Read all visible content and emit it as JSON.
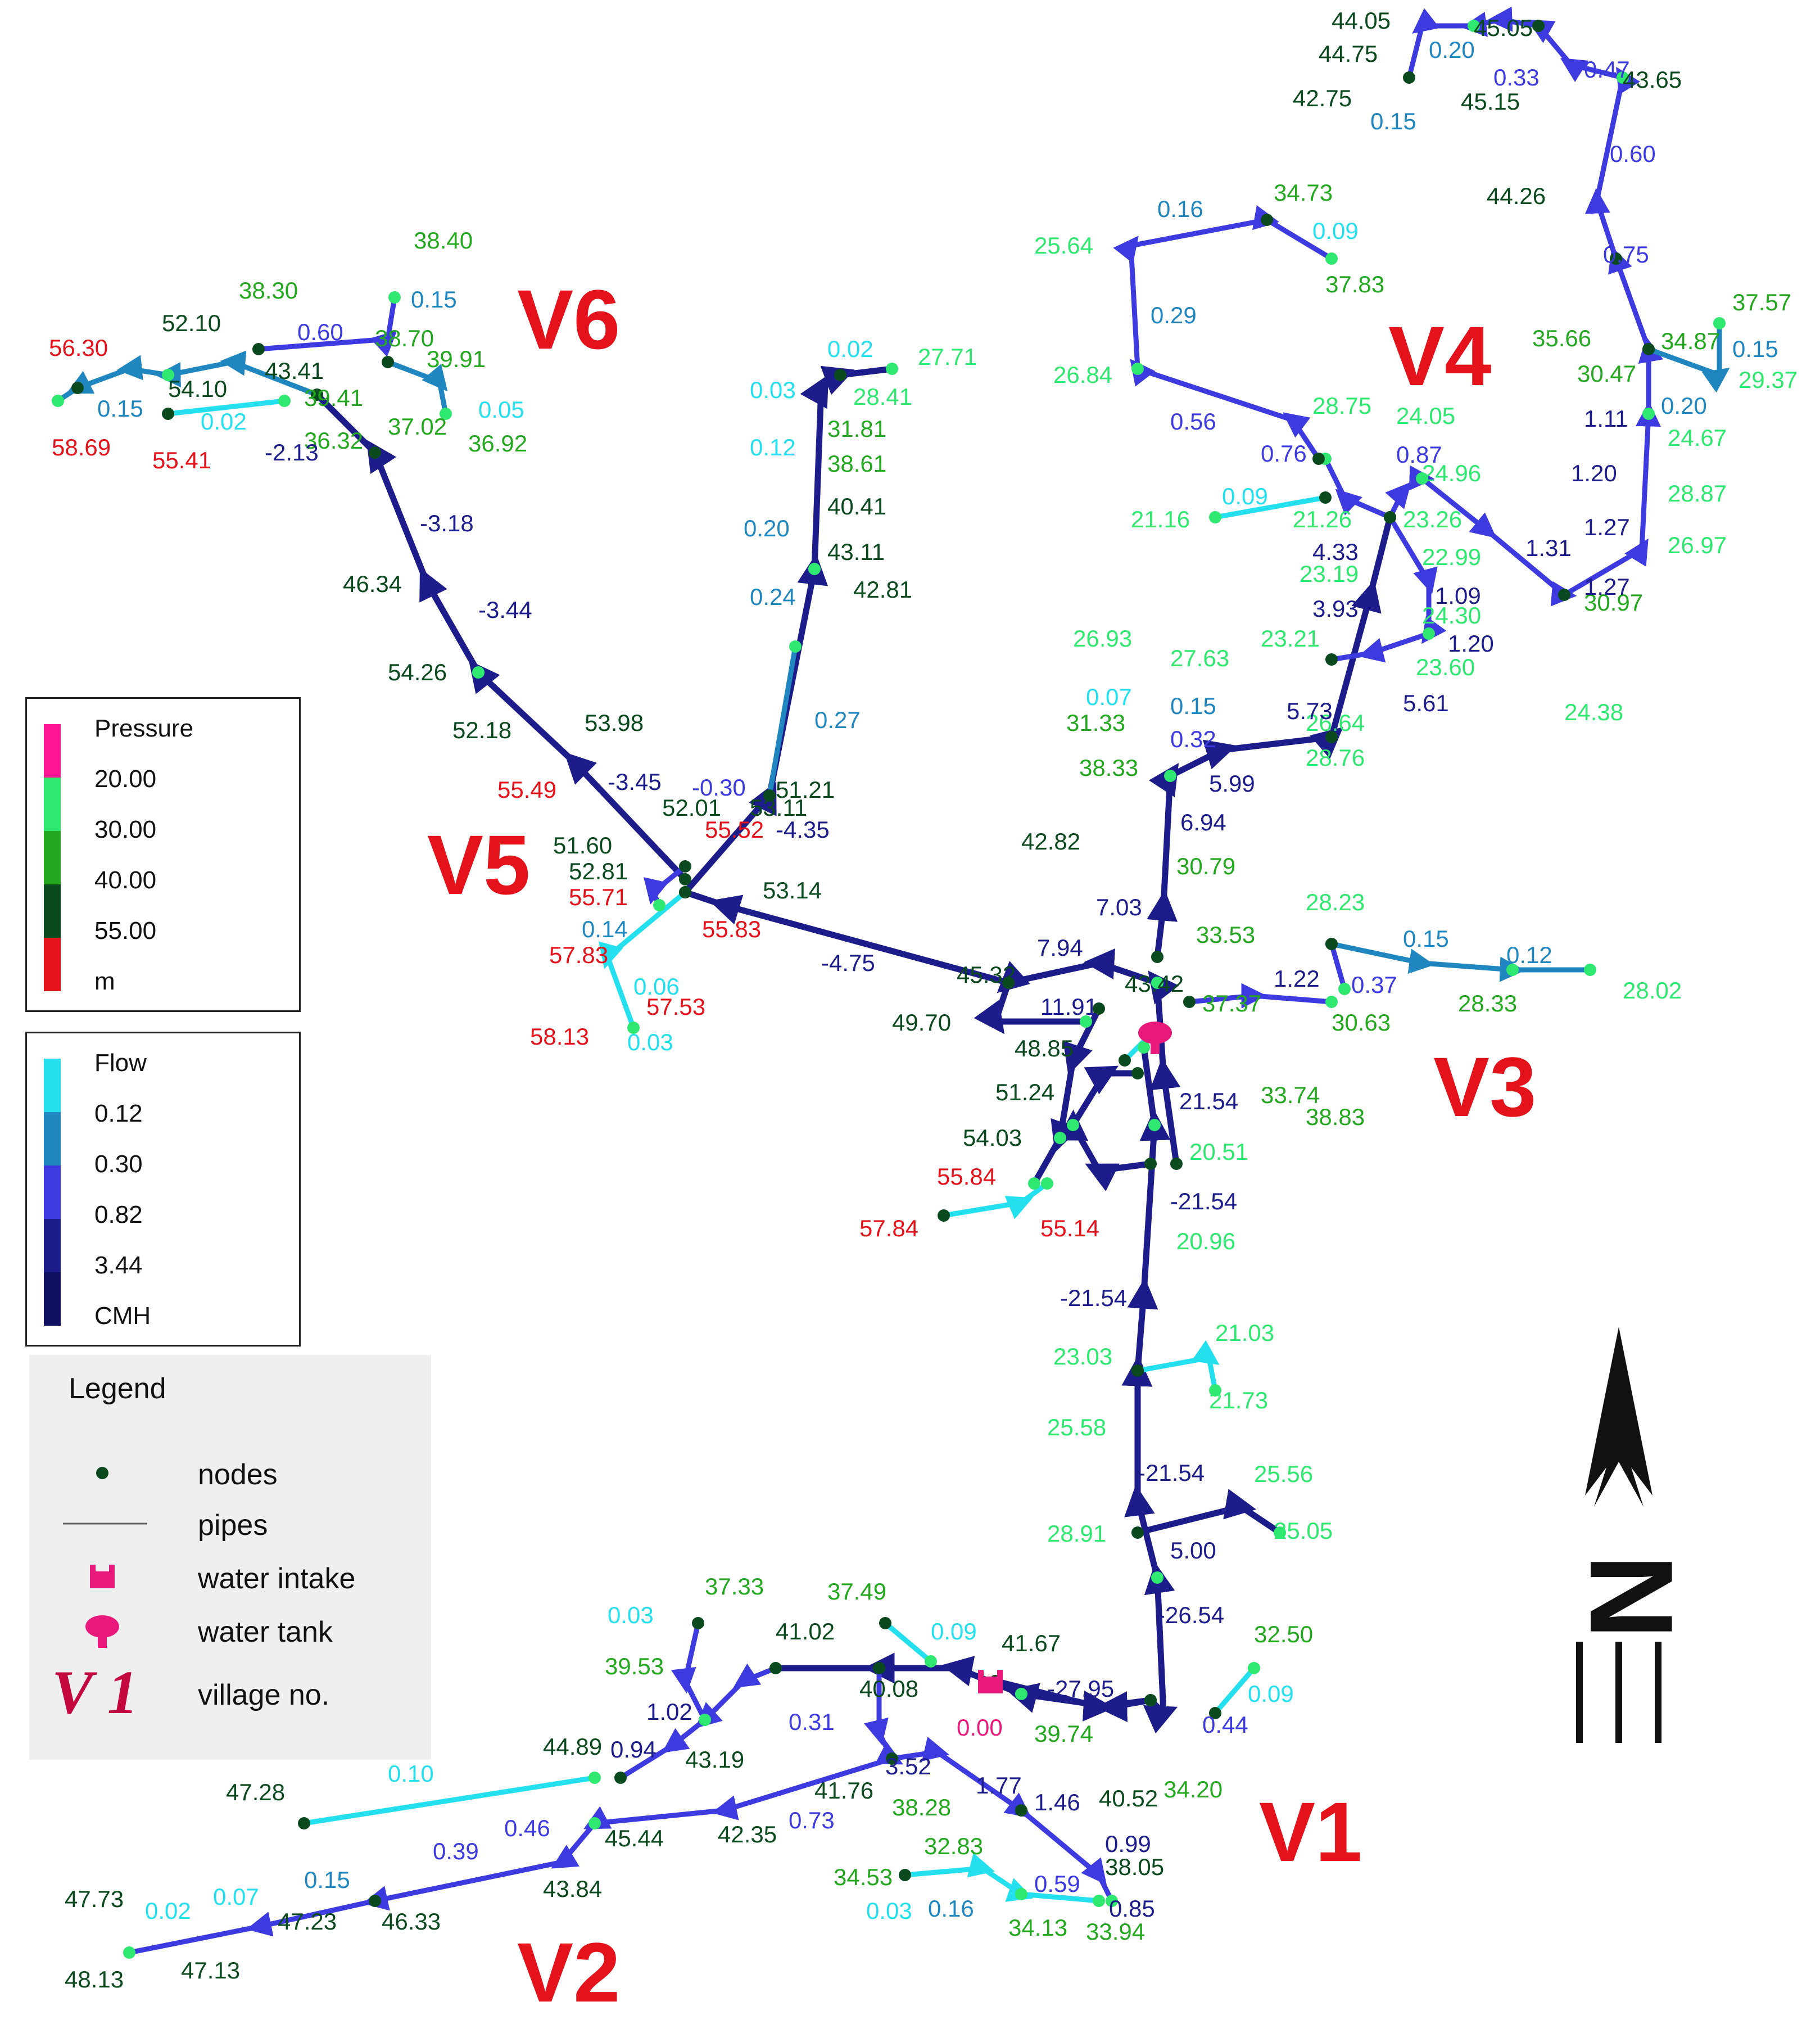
{
  "villages": [
    "V1",
    "V2",
    "V3",
    "V4",
    "V5",
    "V6"
  ],
  "colors": {
    "p_red": "#e3121b",
    "p_green": "#23a81f",
    "p_light": "#2ee86f",
    "p_dark": "#0b4a1f",
    "f_cyan": "#24e0ee",
    "f_teal": "#1f86bf",
    "f_blue": "#3d3be0",
    "f_navy": "#1c1c8a",
    "intake": "#e8197a",
    "tank": "#e8197a",
    "node": "#0b4a1f"
  },
  "pressure_legend": {
    "title": "Pressure",
    "ticks": [
      "20.00",
      "30.00",
      "40.00",
      "55.00"
    ],
    "unit": "m",
    "ramp": [
      "#ff1493",
      "#2ee86f",
      "#23a81f",
      "#0b4a1f",
      "#e3121b"
    ]
  },
  "flow_legend": {
    "title": "Flow",
    "ticks": [
      "0.12",
      "0.30",
      "0.82",
      "3.44"
    ],
    "unit": "CMH",
    "ramp": [
      "#24e0ee",
      "#1f86bf",
      "#3d3be0",
      "#1c1c8a",
      "#0f1060"
    ]
  },
  "key": {
    "title": "Legend",
    "items": [
      {
        "symbol": "nodes-icon",
        "label": "nodes"
      },
      {
        "symbol": "pipe-icon",
        "label": "pipes"
      },
      {
        "symbol": "water-intake-icon",
        "label": "water intake"
      },
      {
        "symbol": "water-tank-icon",
        "label": "water tank"
      },
      {
        "symbol": "village-icon",
        "label": "village no.",
        "text": "V 1"
      }
    ]
  },
  "north_arrow": {
    "letter": "N"
  },
  "pressure_labels": [
    [
      "44.05",
      "d"
    ],
    [
      "45.05",
      "d"
    ],
    [
      "44.75",
      "d"
    ],
    [
      "42.75",
      "d"
    ],
    [
      "45.15",
      "d"
    ],
    [
      "43.65",
      "d"
    ],
    [
      "44.26",
      "d"
    ],
    [
      "34.73",
      "g"
    ],
    [
      "37.83",
      "g"
    ],
    [
      "25.64",
      "l"
    ],
    [
      "26.84",
      "l"
    ],
    [
      "28.75",
      "l"
    ],
    [
      "24.05",
      "l"
    ],
    [
      "24.96",
      "l"
    ],
    [
      "21.16",
      "l"
    ],
    [
      "21.26",
      "l"
    ],
    [
      "23.26",
      "l"
    ],
    [
      "23.19",
      "l"
    ],
    [
      "22.99",
      "l"
    ],
    [
      "23.21",
      "l"
    ],
    [
      "24.30",
      "l"
    ],
    [
      "23.60",
      "l"
    ],
    [
      "26.93",
      "l"
    ],
    [
      "27.63",
      "l"
    ],
    [
      "31.33",
      "g"
    ],
    [
      "26.64",
      "l"
    ],
    [
      "38.33",
      "g"
    ],
    [
      "28.76",
      "l"
    ],
    [
      "24.38",
      "l"
    ],
    [
      "30.97",
      "g"
    ],
    [
      "26.97",
      "l"
    ],
    [
      "28.87",
      "l"
    ],
    [
      "24.67",
      "l"
    ],
    [
      "29.37",
      "l"
    ],
    [
      "37.57",
      "g"
    ],
    [
      "34.87",
      "g"
    ],
    [
      "35.66",
      "g"
    ],
    [
      "30.47",
      "g"
    ],
    [
      "42.82",
      "d"
    ],
    [
      "30.79",
      "g"
    ],
    [
      "33.53",
      "g"
    ],
    [
      "43.42",
      "d"
    ],
    [
      "37.37",
      "g"
    ],
    [
      "49.70",
      "d"
    ],
    [
      "48.85",
      "d"
    ],
    [
      "51.24",
      "d"
    ],
    [
      "54.03",
      "d"
    ],
    [
      "55.84",
      "r"
    ],
    [
      "57.84",
      "r"
    ],
    [
      "55.14",
      "r"
    ],
    [
      "20.51",
      "l"
    ],
    [
      "20.96",
      "l"
    ],
    [
      "33.74",
      "g"
    ],
    [
      "38.83",
      "g"
    ],
    [
      "28.23",
      "l"
    ],
    [
      "28.33",
      "g"
    ],
    [
      "28.02",
      "l"
    ],
    [
      "30.63",
      "g"
    ],
    [
      "21.03",
      "l"
    ],
    [
      "21.73",
      "l"
    ],
    [
      "23.03",
      "l"
    ],
    [
      "25.58",
      "l"
    ],
    [
      "25.56",
      "l"
    ],
    [
      "25.05",
      "l"
    ],
    [
      "28.91",
      "l"
    ],
    [
      "32.50",
      "g"
    ],
    [
      "39.74",
      "g"
    ],
    [
      "34.20",
      "g"
    ],
    [
      "41.67",
      "d"
    ],
    [
      "40.08",
      "d"
    ],
    [
      "37.49",
      "g"
    ],
    [
      "41.02",
      "d"
    ],
    [
      "37.33",
      "g"
    ],
    [
      "39.53",
      "g"
    ],
    [
      "43.19",
      "d"
    ],
    [
      "44.89",
      "d"
    ],
    [
      "47.28",
      "d"
    ],
    [
      "41.76",
      "d"
    ],
    [
      "42.35",
      "d"
    ],
    [
      "45.44",
      "d"
    ],
    [
      "43.84",
      "d"
    ],
    [
      "46.33",
      "d"
    ],
    [
      "47.23",
      "d"
    ],
    [
      "47.13",
      "d"
    ],
    [
      "47.73",
      "d"
    ],
    [
      "48.13",
      "d"
    ],
    [
      "38.28",
      "g"
    ],
    [
      "40.52",
      "d"
    ],
    [
      "38.05",
      "d"
    ],
    [
      "32.83",
      "g"
    ],
    [
      "34.53",
      "g"
    ],
    [
      "34.13",
      "g"
    ],
    [
      "33.94",
      "g"
    ],
    [
      "38.40",
      "g"
    ],
    [
      "38.30",
      "g"
    ],
    [
      "52.10",
      "d"
    ],
    [
      "56.30",
      "r"
    ],
    [
      "54.10",
      "d"
    ],
    [
      "58.69",
      "r"
    ],
    [
      "55.41",
      "r"
    ],
    [
      "43.41",
      "d"
    ],
    [
      "38.70",
      "g"
    ],
    [
      "39.91",
      "g"
    ],
    [
      "39.41",
      "g"
    ],
    [
      "37.02",
      "g"
    ],
    [
      "36.92",
      "g"
    ],
    [
      "36.32",
      "g"
    ],
    [
      "46.34",
      "d"
    ],
    [
      "54.26",
      "d"
    ],
    [
      "52.18",
      "d"
    ],
    [
      "53.98",
      "d"
    ],
    [
      "55.49",
      "r"
    ],
    [
      "51.60",
      "d"
    ],
    [
      "52.81",
      "d"
    ],
    [
      "55.52",
      "r"
    ],
    [
      "53.11",
      "d"
    ],
    [
      "52.01",
      "d"
    ],
    [
      "55.71",
      "r"
    ],
    [
      "53.14",
      "d"
    ],
    [
      "55.83",
      "r"
    ],
    [
      "57.83",
      "r"
    ],
    [
      "57.53",
      "r"
    ],
    [
      "58.13",
      "r"
    ],
    [
      "51.21",
      "d"
    ],
    [
      "42.81",
      "d"
    ],
    [
      "43.11",
      "d"
    ],
    [
      "40.41",
      "d"
    ],
    [
      "38.61",
      "g"
    ],
    [
      "31.81",
      "g"
    ],
    [
      "28.41",
      "l"
    ],
    [
      "27.71",
      "l"
    ],
    [
      "45.32",
      "d"
    ]
  ],
  "flow_labels": [
    [
      "0.20",
      "t"
    ],
    [
      "0.47",
      "b"
    ],
    [
      "0.33",
      "b"
    ],
    [
      "0.15",
      "t"
    ],
    [
      "0.60",
      "b"
    ],
    [
      "0.75",
      "b"
    ],
    [
      "0.16",
      "t"
    ],
    [
      "0.09",
      "c"
    ],
    [
      "0.29",
      "t"
    ],
    [
      "0.56",
      "b"
    ],
    [
      "0.76",
      "b"
    ],
    [
      "0.87",
      "b"
    ],
    [
      "0.09",
      "c"
    ],
    [
      "4.33",
      "n"
    ],
    [
      "3.93",
      "n"
    ],
    [
      "1.09",
      "n"
    ],
    [
      "1.20",
      "n"
    ],
    [
      "5.73",
      "n"
    ],
    [
      "5.61",
      "n"
    ],
    [
      "0.15",
      "t"
    ],
    [
      "0.07",
      "c"
    ],
    [
      "0.32",
      "b"
    ],
    [
      "5.99",
      "n"
    ],
    [
      "6.94",
      "n"
    ],
    [
      "1.31",
      "n"
    ],
    [
      "1.27",
      "n"
    ],
    [
      "1.27",
      "n"
    ],
    [
      "1.20",
      "n"
    ],
    [
      "1.11",
      "n"
    ],
    [
      "0.20",
      "t"
    ],
    [
      "0.15",
      "t"
    ],
    [
      "7.03",
      "n"
    ],
    [
      "7.94",
      "n"
    ],
    [
      "11.91",
      "n"
    ],
    [
      "1.22",
      "n"
    ],
    [
      "0.37",
      "b"
    ],
    [
      "0.15",
      "t"
    ],
    [
      "0.12",
      "t"
    ],
    [
      "21.54",
      "n"
    ],
    [
      "-21.54",
      "n"
    ],
    [
      "-21.54",
      "n"
    ],
    [
      "-21.54",
      "n"
    ],
    [
      "5.00",
      "n"
    ],
    [
      "-26.54",
      "n"
    ],
    [
      "-27.95",
      "n"
    ],
    [
      "0.44",
      "b"
    ],
    [
      "0.09",
      "c"
    ],
    [
      "0.00",
      "i"
    ],
    [
      "0.09",
      "c"
    ],
    [
      "3.52",
      "n"
    ],
    [
      "1.77",
      "n"
    ],
    [
      "1.46",
      "n"
    ],
    [
      "0.99",
      "n"
    ],
    [
      "0.85",
      "n"
    ],
    [
      "0.59",
      "b"
    ],
    [
      "0.16",
      "t"
    ],
    [
      "0.03",
      "c"
    ],
    [
      "0.31",
      "b"
    ],
    [
      "1.02",
      "n"
    ],
    [
      "0.94",
      "n"
    ],
    [
      "0.03",
      "c"
    ],
    [
      "0.10",
      "c"
    ],
    [
      "0.73",
      "b"
    ],
    [
      "0.46",
      "b"
    ],
    [
      "0.39",
      "b"
    ],
    [
      "0.15",
      "t"
    ],
    [
      "0.07",
      "c"
    ],
    [
      "0.02",
      "c"
    ],
    [
      "-4.75",
      "n"
    ],
    [
      "-3.45",
      "n"
    ],
    [
      "-4.35",
      "n"
    ],
    [
      "-0.30",
      "b"
    ],
    [
      "0.27",
      "t"
    ],
    [
      "0.24",
      "t"
    ],
    [
      "0.20",
      "t"
    ],
    [
      "0.12",
      "c"
    ],
    [
      "0.03",
      "c"
    ],
    [
      "0.02",
      "c"
    ],
    [
      "0.14",
      "t"
    ],
    [
      "0.06",
      "c"
    ],
    [
      "0.03",
      "c"
    ],
    [
      "-3.44",
      "n"
    ],
    [
      "-3.18",
      "n"
    ],
    [
      "-2.13",
      "n"
    ],
    [
      "0.60",
      "b"
    ],
    [
      "0.15",
      "t"
    ],
    [
      "0.05",
      "c"
    ],
    [
      "0.15",
      "t"
    ],
    [
      "0.02",
      "c"
    ]
  ]
}
